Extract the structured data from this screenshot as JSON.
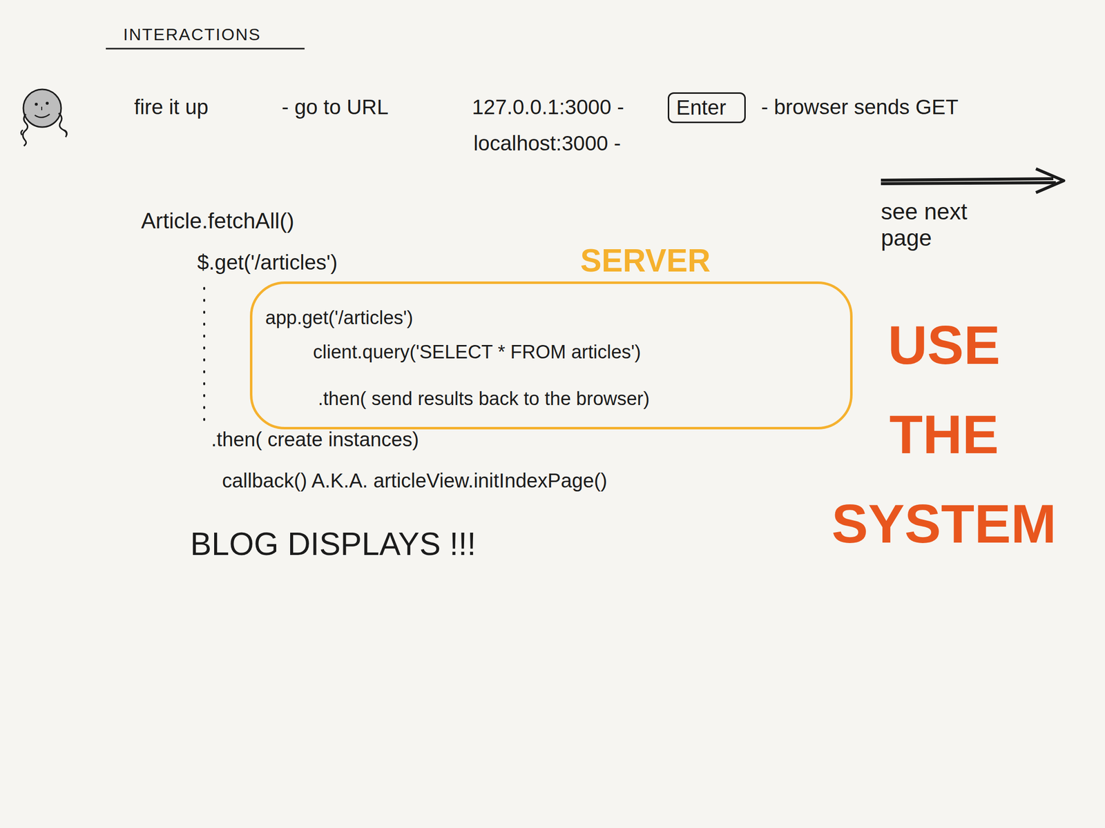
{
  "diagram": {
    "title": "INTERACTIONS",
    "nodes": [
      {
        "text": [
          "Enter"
        ]
      },
      {
        "text": [
          "SERVER",
          "app.get('/articles')",
          "client.query('SELECT * FROM articles')",
          ".then( send results back to the browser)"
        ]
      }
    ],
    "labels": [
      "fire it up",
      "- go to URL",
      "127.0.0.1:3000 -",
      "localhost:3000 -",
      "- browser sends GET",
      "see next page",
      "Article.fetchAll()",
      "$.get('/articles')",
      ".then( create instances)",
      "callback() A.K.A. articleView.initIndexPage()",
      "BLOG DISPLAYS !!!",
      "USE THE SYSTEM"
    ]
  }
}
